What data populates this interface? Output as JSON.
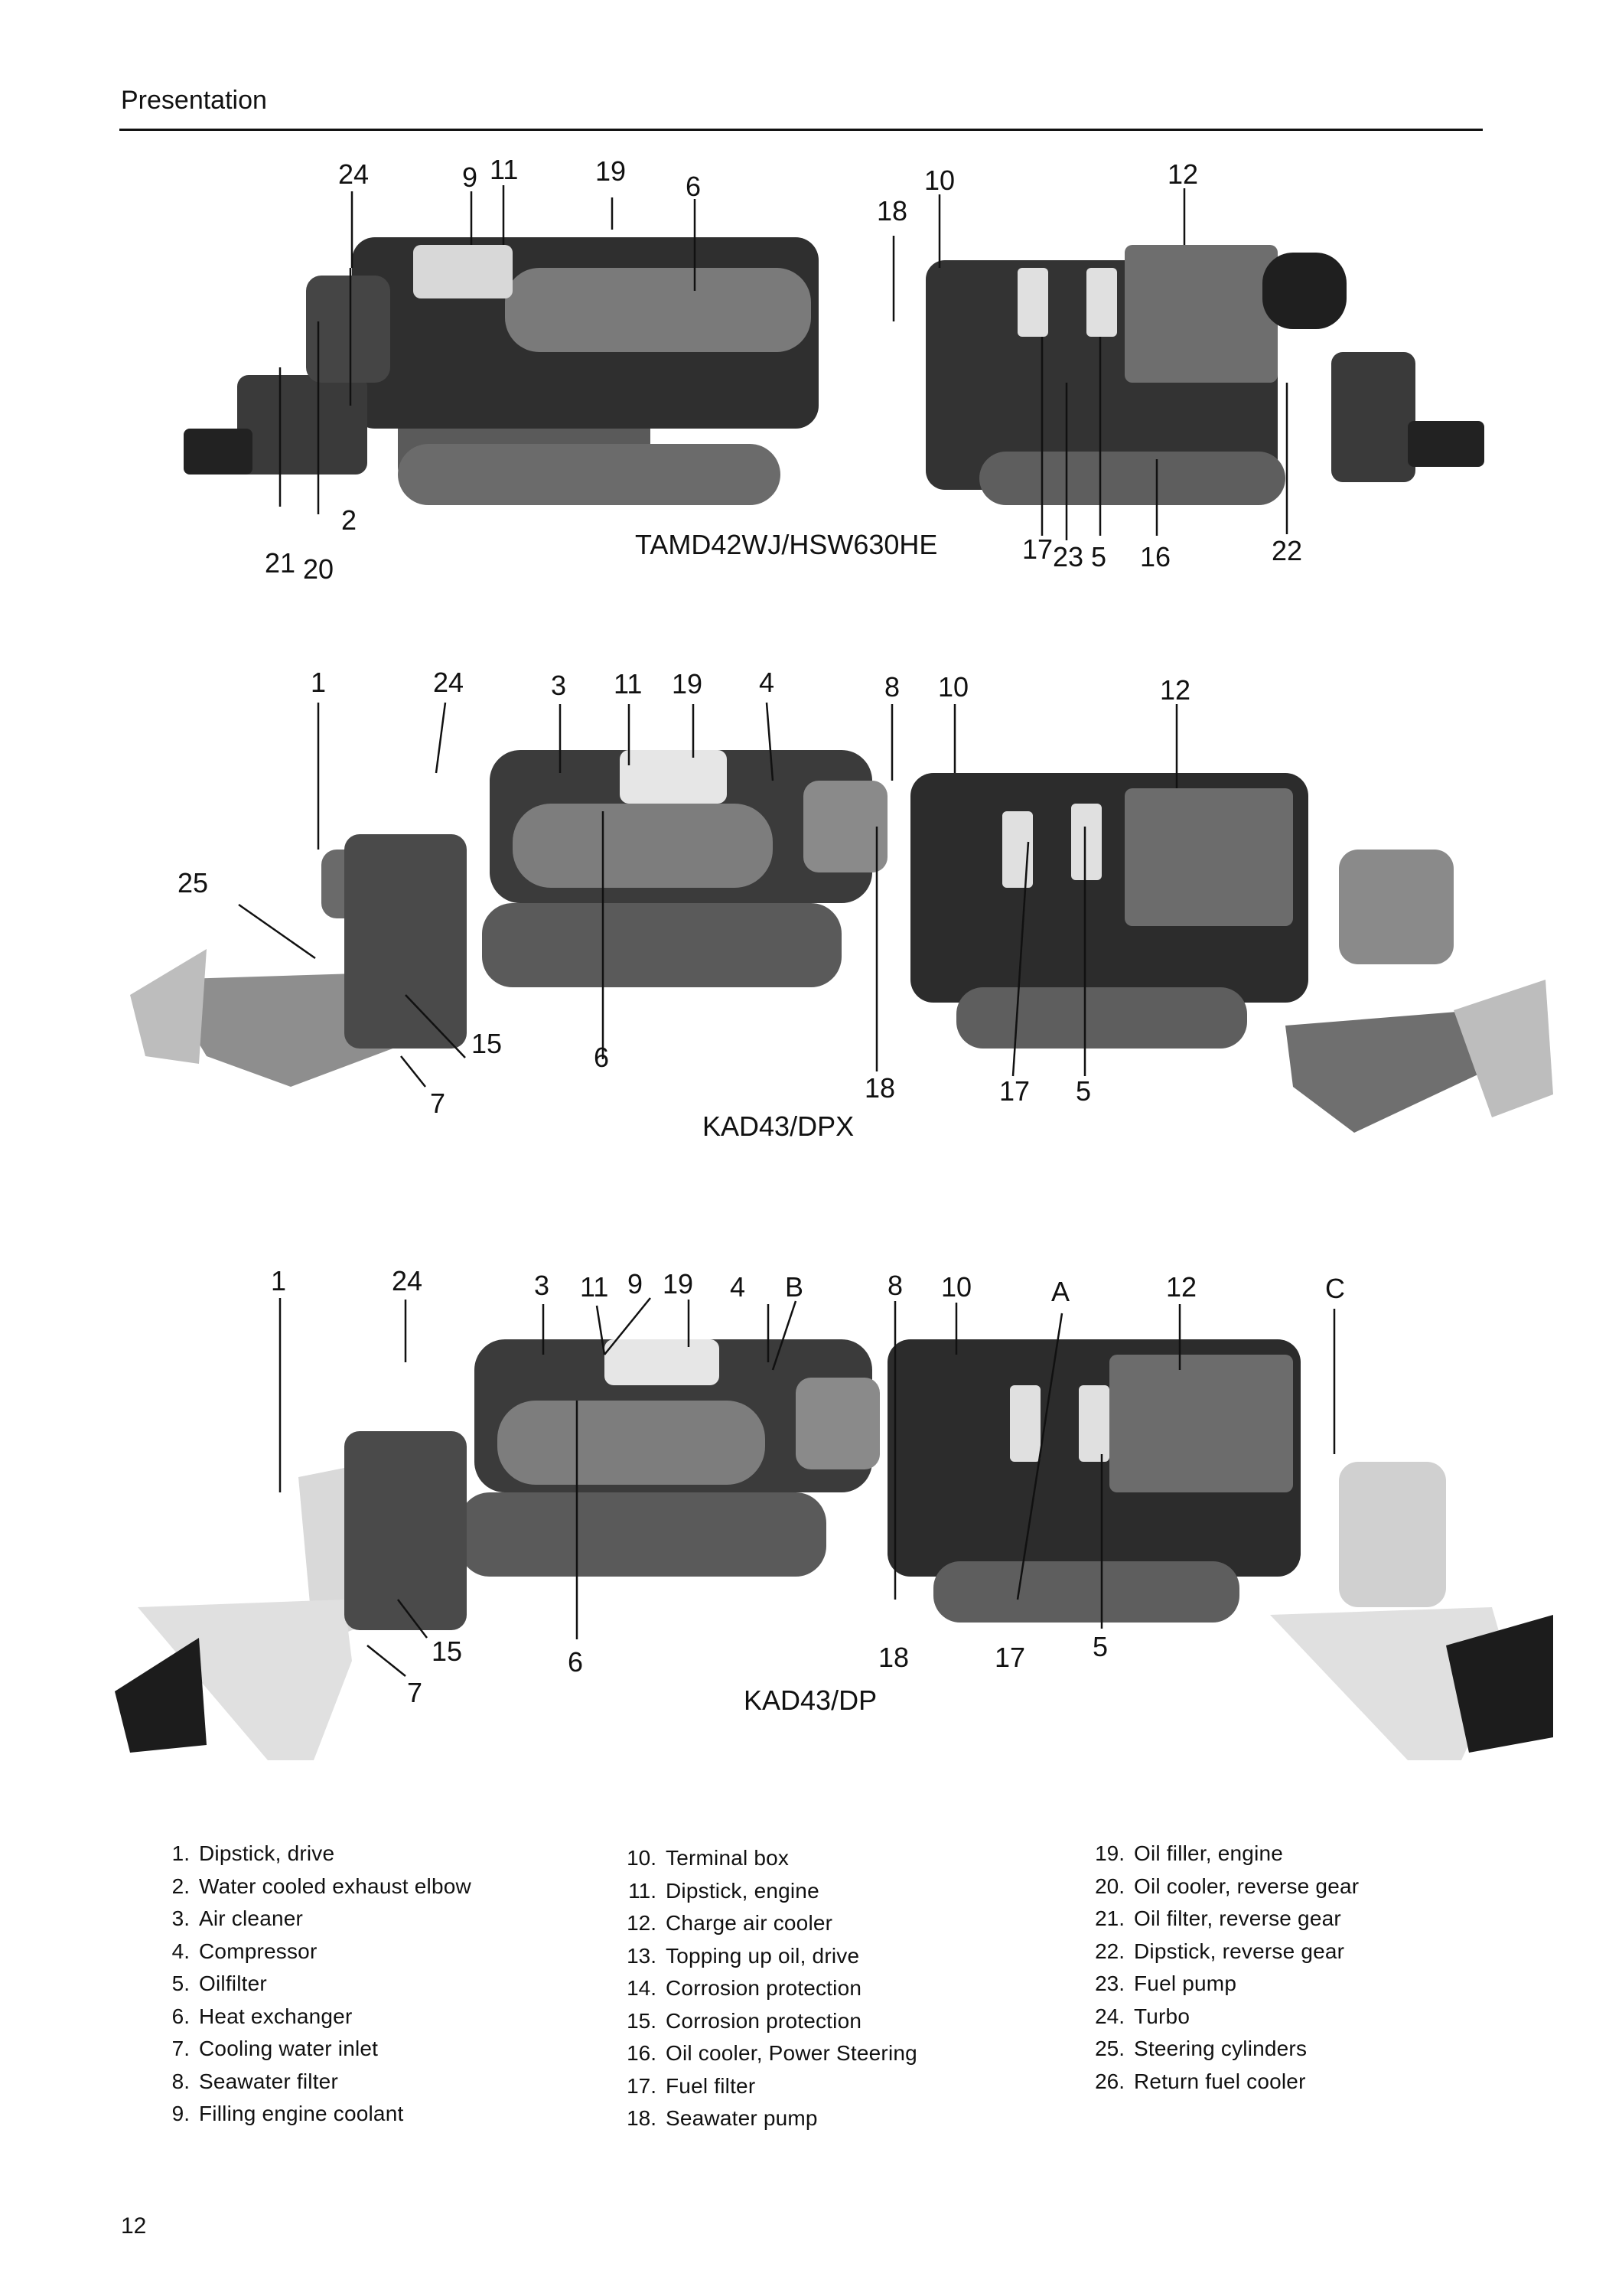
{
  "header": {
    "title": "Presentation"
  },
  "figures": [
    {
      "model": "TAMD42WJ/HSW630HE",
      "labels": [
        "24",
        "9",
        "11",
        "19",
        "6",
        "2",
        "21",
        "20",
        "18",
        "10",
        "12",
        "17",
        "23",
        "5",
        "16",
        "22"
      ]
    },
    {
      "model": "KAD43/DPX",
      "labels": [
        "1",
        "24",
        "3",
        "11",
        "19",
        "4",
        "25",
        "15",
        "6",
        "7",
        "8",
        "10",
        "12",
        "18",
        "17",
        "5"
      ]
    },
    {
      "model": "KAD43/DP",
      "labels": [
        "1",
        "24",
        "3",
        "11",
        "9",
        "19",
        "4",
        "B",
        "15",
        "6",
        "7",
        "8",
        "10",
        "A",
        "12",
        "C",
        "18",
        "17",
        "5"
      ]
    }
  ],
  "legend": {
    "col1": [
      {
        "n": "1.",
        "t": "Dipstick,  drive"
      },
      {
        "n": "2.",
        "t": "Water cooled exhaust elbow"
      },
      {
        "n": "3.",
        "t": "Air cleaner"
      },
      {
        "n": "4.",
        "t": "Compressor"
      },
      {
        "n": "5.",
        "t": "Oilfilter"
      },
      {
        "n": "6.",
        "t": "Heat  exchanger"
      },
      {
        "n": "7.",
        "t": "Cooling water inlet"
      },
      {
        "n": "8.",
        "t": "Seawater filter"
      },
      {
        "n": "9.",
        "t": "Filling engine coolant"
      }
    ],
    "col2": [
      {
        "n": "10.",
        "t": "Terminal  box"
      },
      {
        "n": "11.",
        "t": "Dipstick,  engine"
      },
      {
        "n": "12.",
        "t": "Charge air cooler"
      },
      {
        "n": "13.",
        "t": "Topping up oil, drive"
      },
      {
        "n": "14.",
        "t": "Corrosion  protection"
      },
      {
        "n": "15.",
        "t": "Corrosion  protection"
      },
      {
        "n": "16.",
        "t": "Oil cooler, Power Steering"
      },
      {
        "n": "17.",
        "t": "Fuel filter"
      },
      {
        "n": "18.",
        "t": "Seawater  pump"
      }
    ],
    "col3": [
      {
        "n": "19.",
        "t": "Oil filler, engine"
      },
      {
        "n": "20.",
        "t": "Oil cooler, reverse gear"
      },
      {
        "n": "21.",
        "t": "Oil filter, reverse gear"
      },
      {
        "n": "22.",
        "t": "Dipstick,  reverse  gear"
      },
      {
        "n": "23.",
        "t": "Fuel pump"
      },
      {
        "n": "24.",
        "t": "Turbo"
      },
      {
        "n": "25.",
        "t": "Steering cylinders"
      },
      {
        "n": "26.",
        "t": "Return fuel cooler"
      }
    ]
  },
  "page_number": "12"
}
